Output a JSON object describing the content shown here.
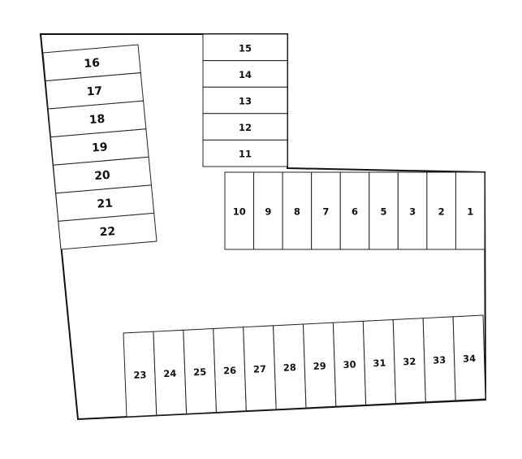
{
  "colors": {
    "background": "#ffffff",
    "line": "#111111",
    "text": "#111111"
  },
  "lot_outline": "parking-lot-boundary",
  "rows": {
    "left_column": {
      "stalls": [
        "16",
        "17",
        "18",
        "19",
        "20",
        "21",
        "22"
      ]
    },
    "top_column": {
      "stalls": [
        "15",
        "14",
        "13",
        "12",
        "11"
      ]
    },
    "middle_row": {
      "stalls": [
        "10",
        "9",
        "8",
        "7",
        "6",
        "5",
        "3",
        "2",
        "1"
      ]
    },
    "bottom_row": {
      "stalls": [
        "23",
        "24",
        "25",
        "26",
        "27",
        "28",
        "29",
        "30",
        "31",
        "32",
        "33",
        "34"
      ]
    }
  }
}
